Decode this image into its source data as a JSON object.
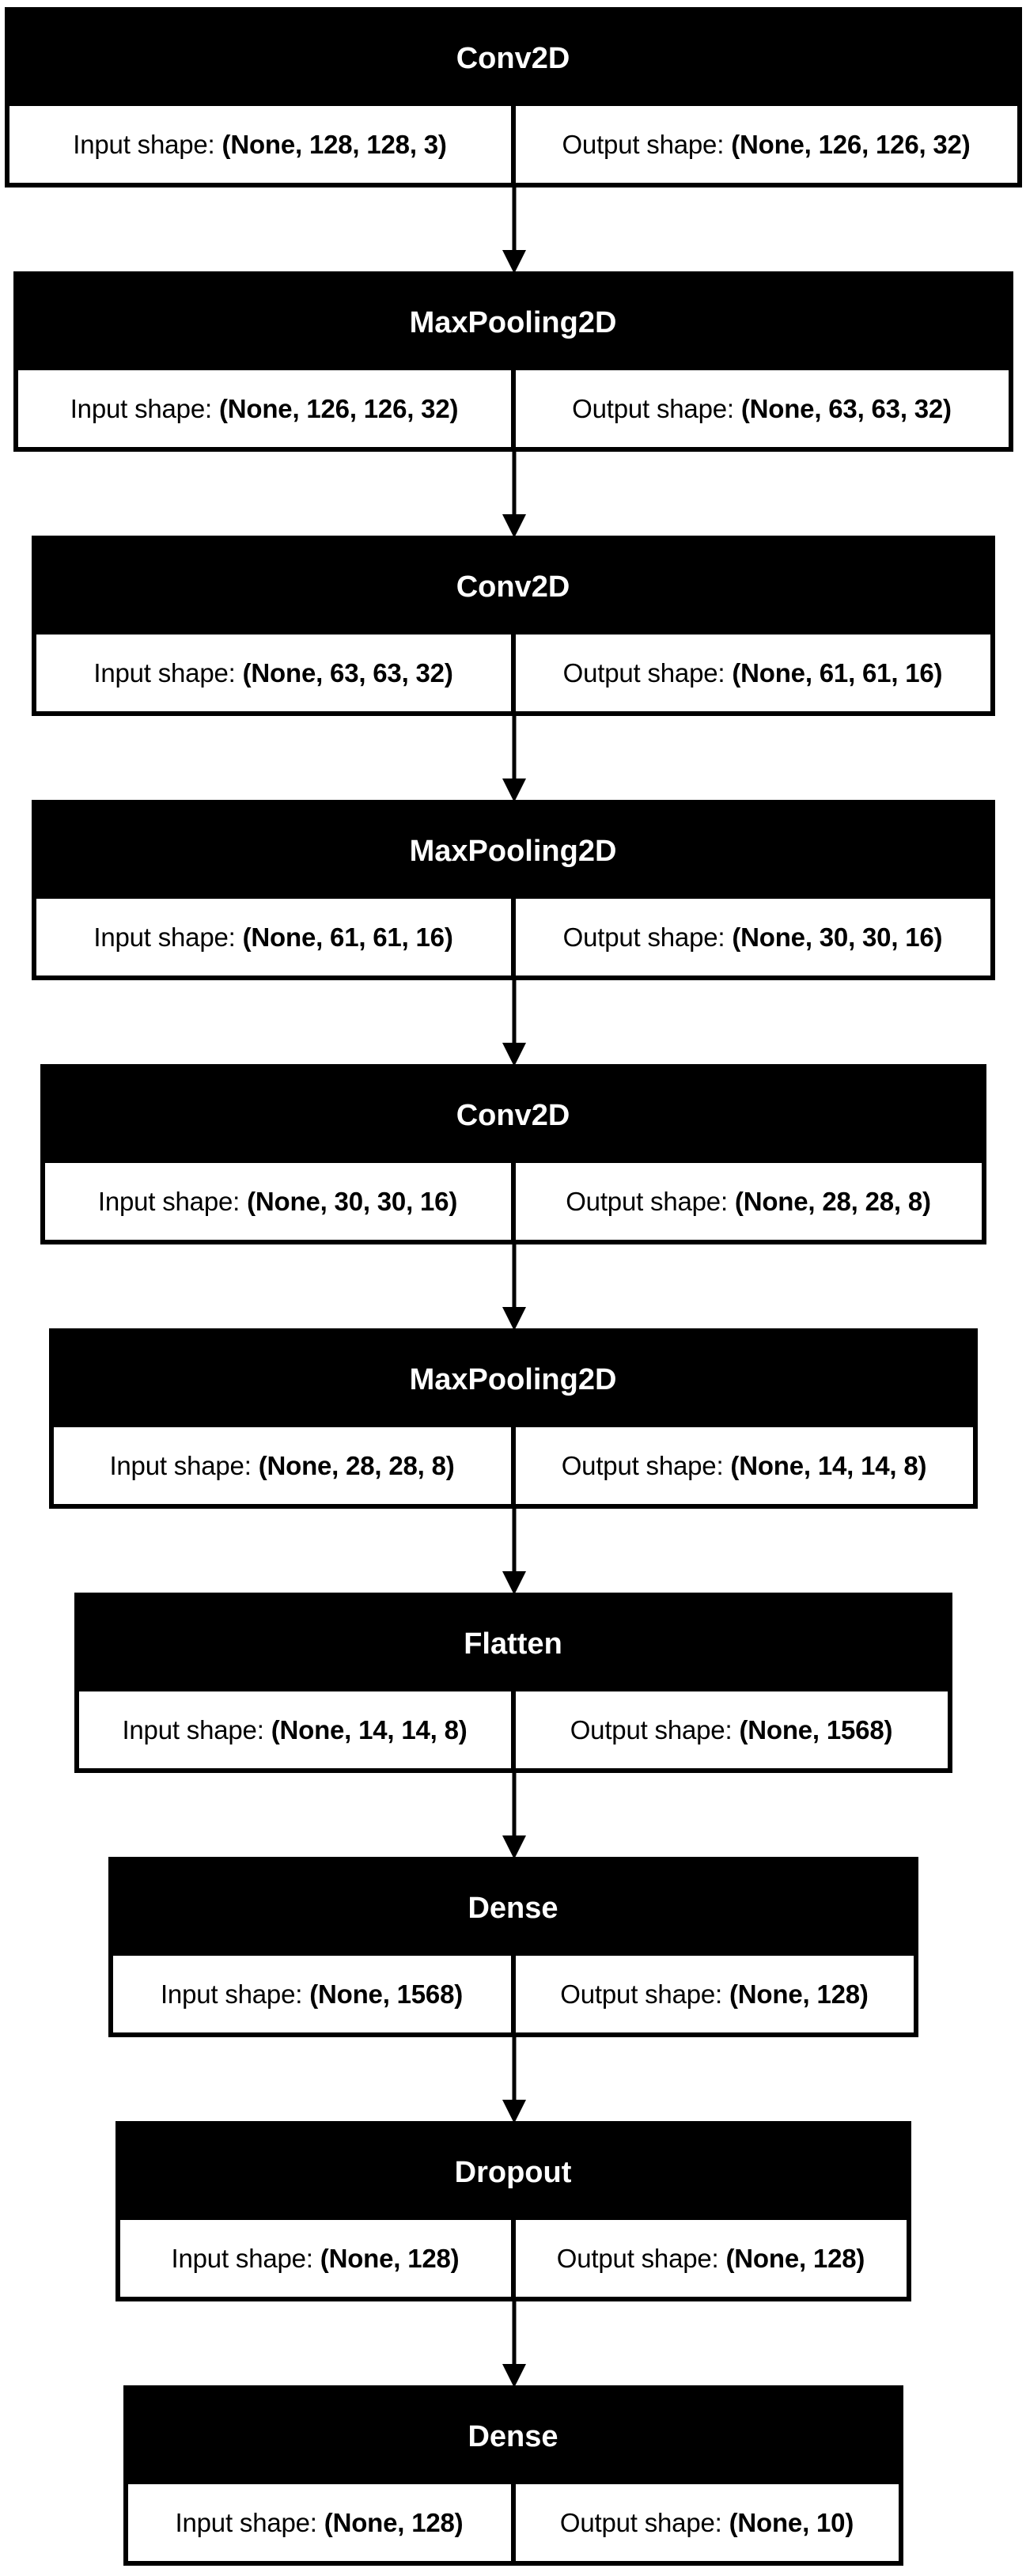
{
  "labels": {
    "input": "Input shape:",
    "output": "Output shape:"
  },
  "layers": [
    {
      "name": "Conv2D",
      "input": "(None, 128, 128, 3)",
      "output": "(None, 126, 126, 32)"
    },
    {
      "name": "MaxPooling2D",
      "input": "(None, 126, 126, 32)",
      "output": "(None, 63, 63, 32)"
    },
    {
      "name": "Conv2D",
      "input": "(None, 63, 63, 32)",
      "output": "(None, 61, 61, 16)"
    },
    {
      "name": "MaxPooling2D",
      "input": "(None, 61, 61, 16)",
      "output": "(None, 30, 30, 16)"
    },
    {
      "name": "Conv2D",
      "input": "(None, 30, 30, 16)",
      "output": "(None, 28, 28, 8)"
    },
    {
      "name": "MaxPooling2D",
      "input": "(None, 28, 28, 8)",
      "output": "(None, 14, 14, 8)"
    },
    {
      "name": "Flatten",
      "input": "(None, 14, 14, 8)",
      "output": "(None, 1568)"
    },
    {
      "name": "Dense",
      "input": "(None, 1568)",
      "output": "(None, 128)"
    },
    {
      "name": "Dropout",
      "input": "(None, 128)",
      "output": "(None, 128)"
    },
    {
      "name": "Dense",
      "input": "(None, 128)",
      "output": "(None, 10)"
    }
  ]
}
